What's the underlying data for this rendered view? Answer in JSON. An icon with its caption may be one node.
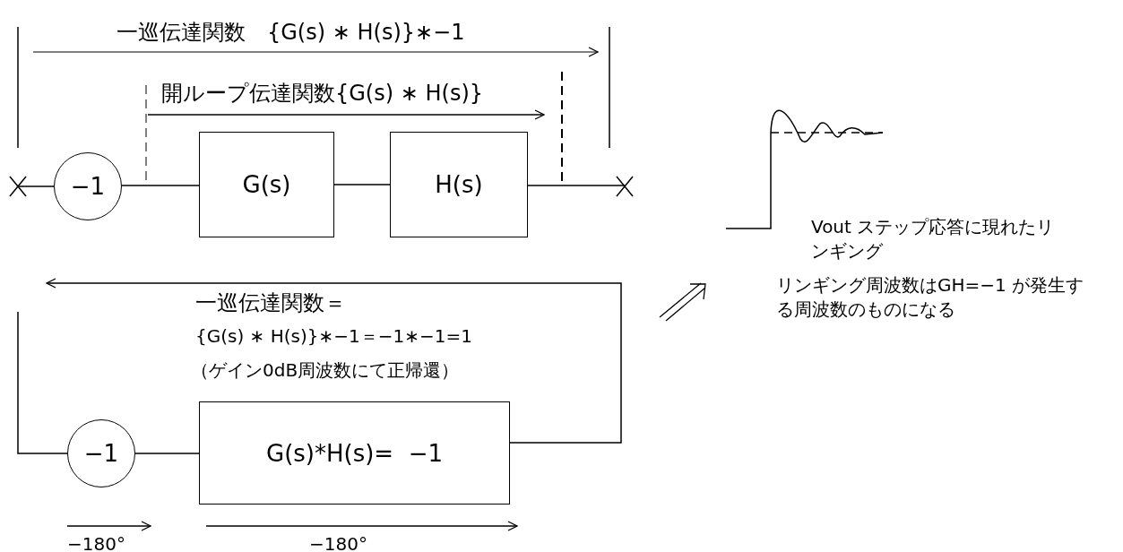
{
  "diagram": {
    "nodes": [
      {
        "text": [
          "−1"
        ]
      },
      {
        "text": [
          "G(s)"
        ]
      },
      {
        "text": [
          "H(s)"
        ]
      },
      {
        "text": [
          "−1"
        ]
      },
      {
        "text": [
          "G(s)*H(s)=  −1"
        ]
      },
      {
        "text": [],
        "shape": "cross"
      },
      {
        "text": [],
        "shape": "cross"
      }
    ],
    "edges": [
      {
        "from": 5,
        "to": 0,
        "arrow": "none"
      },
      {
        "from": 0,
        "to": 1,
        "arrow": "none"
      },
      {
        "from": 1,
        "to": 2,
        "arrow": "none"
      },
      {
        "from": 2,
        "to": 6,
        "arrow": "none"
      },
      {
        "from": 3,
        "to": 4,
        "arrow": "none"
      },
      {
        "from": 4,
        "to": null,
        "arrow": "to"
      },
      {
        "from": null,
        "to": 3,
        "arrow": "none"
      }
    ],
    "labels": [
      "一巡伝達関数　{G(s) ∗ H(s)}∗−1",
      "開ループ伝達関数{G(s) ∗ H(s)}",
      "一巡伝達関数＝",
      "{G(s) ∗ H(s)}∗−1＝−1∗−1=1",
      "（ゲイン0dB周波数にて正帰還）",
      "Vout ステップ応答に現れたリンギング",
      "リンギング周波数はGH=−1 が発生する周波数のものになる",
      "−180°",
      "−180°"
    ]
  }
}
